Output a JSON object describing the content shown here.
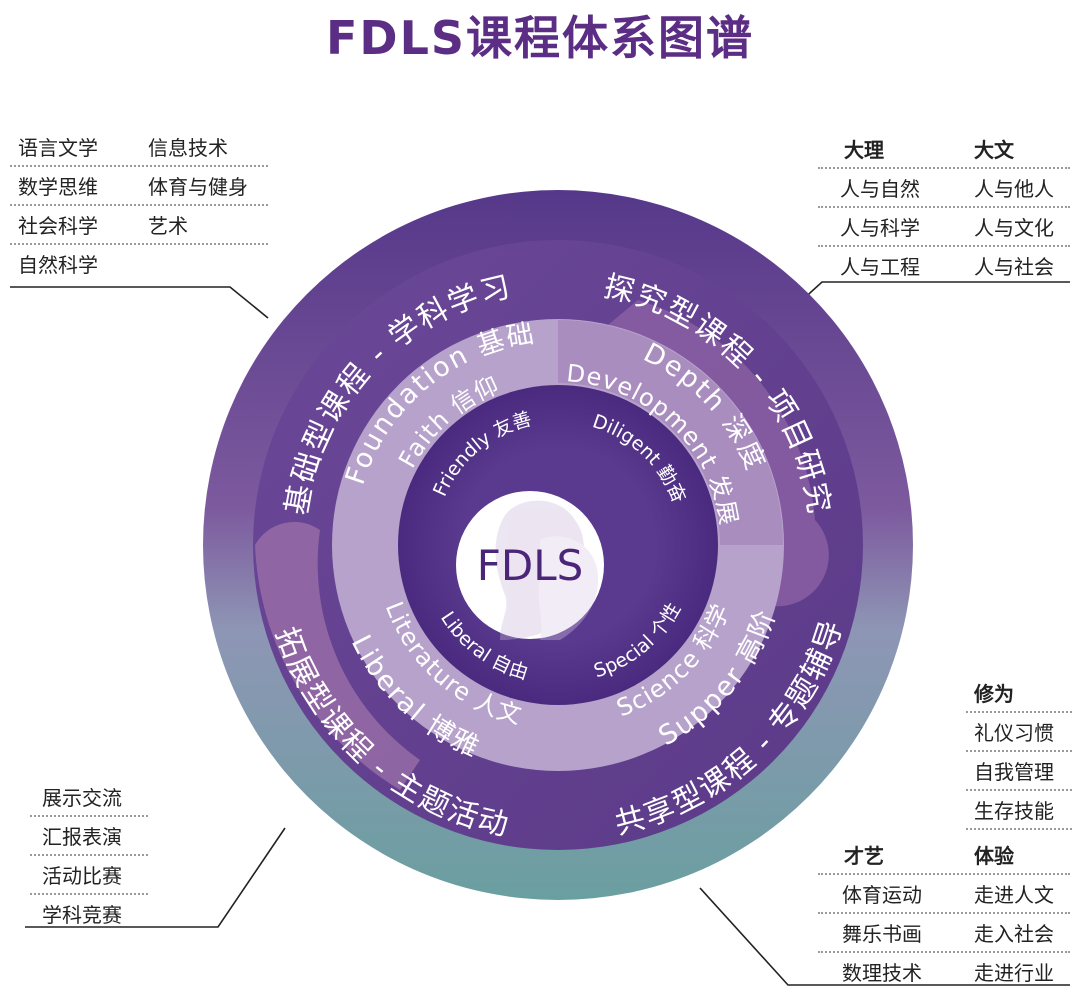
{
  "title": "FDLS课程体系图谱",
  "colors": {
    "title": "#5b2d84",
    "outer_top": "#5a3c8c",
    "outer_bottom": "#6fa0a2",
    "ring2": "#6a4696",
    "ring3": "#b59fca",
    "inner": "#4e2f84",
    "accent_light": "#8b6aa6"
  },
  "rings": {
    "outer": [
      "基础型课程 - 学科学习",
      "探究型课程 - 项目研究",
      "拓展型课程 - 主题活动",
      "共享型课程 - 专题辅导"
    ],
    "second": [
      "Foundation 基础",
      "Depth 深度",
      "Liberal 博雅",
      "Supper 高阶"
    ],
    "third": [
      "Faith 信仰",
      "Development 发展",
      "Literature 人文",
      "Science 科学"
    ],
    "inner": [
      "Friendly 友善",
      "Diligent 勤奋",
      "Liberal 自由",
      "Special 个性"
    ],
    "center": "FDLS"
  },
  "panels": {
    "top_left": [
      [
        "语言文学",
        "信息技术"
      ],
      [
        "数学思维",
        "体育与健身"
      ],
      [
        "社会科学",
        "艺术"
      ],
      [
        "自然科学",
        ""
      ]
    ],
    "top_right": {
      "headers": [
        "大理",
        "大文"
      ],
      "rows": [
        [
          "人与自然",
          "人与他人"
        ],
        [
          "人与科学",
          "人与文化"
        ],
        [
          "人与工程",
          "人与社会"
        ]
      ]
    },
    "bottom_left": [
      "展示交流",
      "汇报表演",
      "活动比赛",
      "学科竞赛"
    ],
    "right_mid": {
      "header": "修为",
      "rows": [
        "礼仪习惯",
        "自我管理",
        "生存技能"
      ]
    },
    "bottom_right": {
      "headers": [
        "才艺",
        "体验"
      ],
      "rows": [
        [
          "体育运动",
          "走进人文"
        ],
        [
          "舞乐书画",
          "走入社会"
        ],
        [
          "数理技术",
          "走进行业"
        ]
      ]
    }
  }
}
